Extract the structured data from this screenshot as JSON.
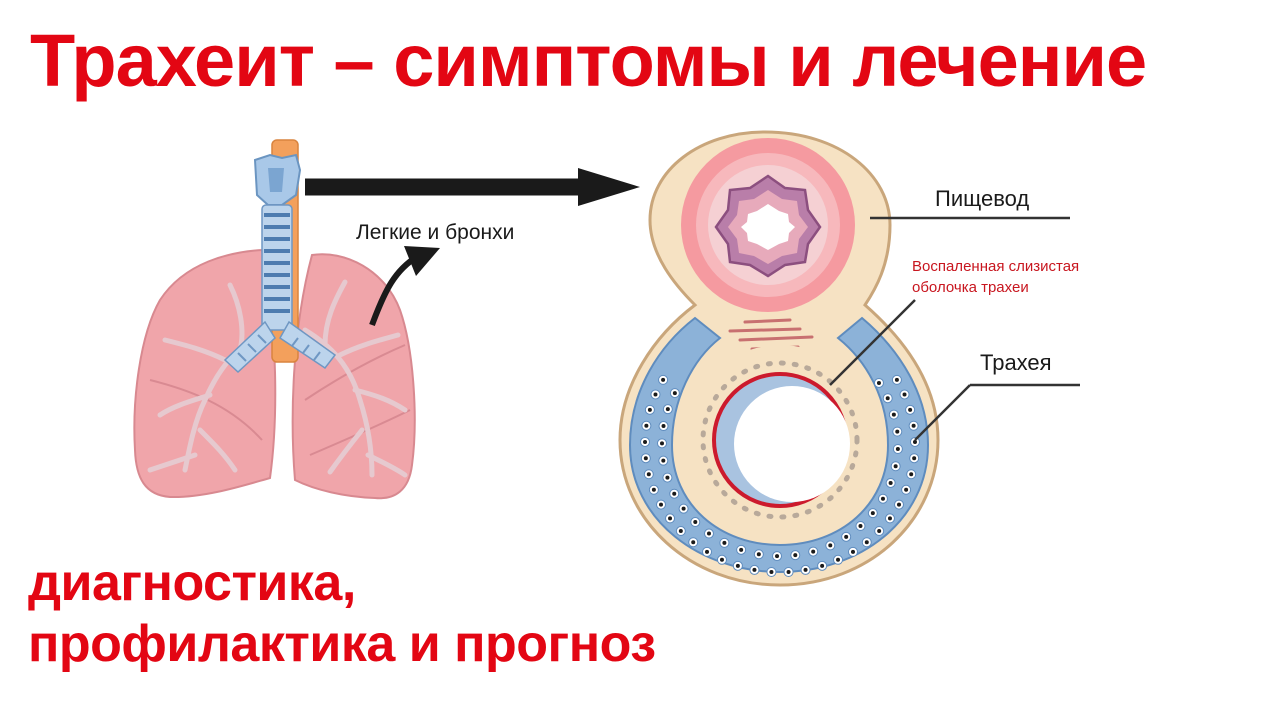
{
  "title": "Трахеит – симптомы и лечение",
  "subtitle_line1": "диагностика,",
  "subtitle_line2": "профилактика и прогноз",
  "labels": {
    "lungs": "Легкие и бронхи",
    "esophagus": "Пищевод",
    "inflamed_line1": "Воспаленная слизистая",
    "inflamed_line2": "оболочка трахеи",
    "trachea": "Трахея"
  },
  "colors": {
    "accent": "#e30613",
    "lung": "#f0a5aa",
    "trachea_ring": "#8cb2d8",
    "esophagus": "#f28b91",
    "tissue": "#f6e2c3"
  }
}
